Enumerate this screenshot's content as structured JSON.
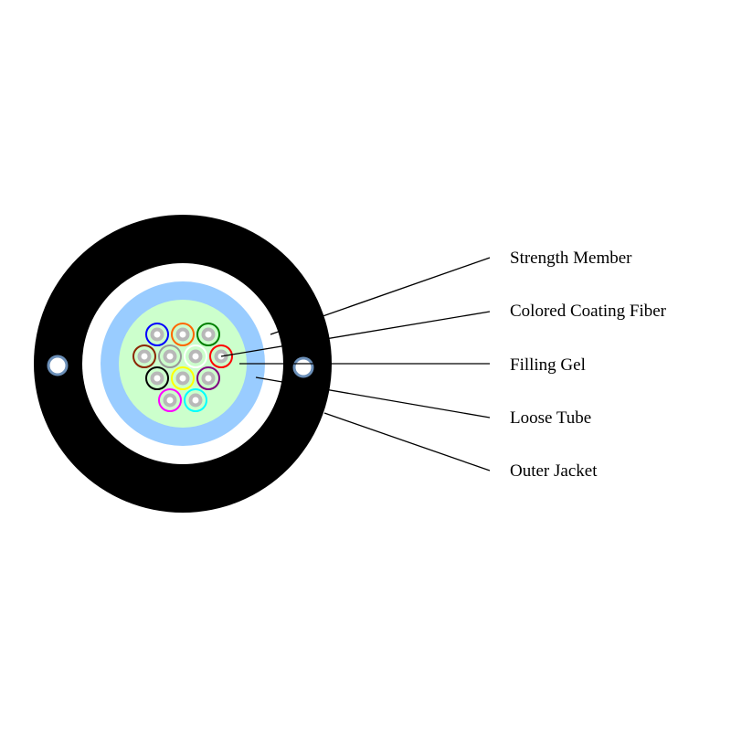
{
  "labels": {
    "strength_member": "Strength Member",
    "colored_coating_fiber": "Colored Coating Fiber",
    "filling_gel": "Filling Gel",
    "loose_tube": "Loose Tube",
    "outer_jacket": "Outer Jacket"
  },
  "colors": {
    "jacket": "#000000",
    "tube": "#99ccff",
    "gel": "#ccffcc",
    "strength_member_ring": "#6b8fb8",
    "fiber_core": "#b8b8b8"
  },
  "fibers": [
    {
      "color": "#0000ff",
      "row": 0,
      "col": 0
    },
    {
      "color": "#ff6600",
      "row": 0,
      "col": 1
    },
    {
      "color": "#008000",
      "row": 0,
      "col": 2
    },
    {
      "color": "#8b2500",
      "row": 1,
      "col": 0
    },
    {
      "color": "#999999",
      "row": 1,
      "col": 1
    },
    {
      "color": "#ffffff",
      "row": 1,
      "col": 2
    },
    {
      "color": "#ff0000",
      "row": 1,
      "col": 3
    },
    {
      "color": "#000000",
      "row": 2,
      "col": 0
    },
    {
      "color": "#ffff00",
      "row": 2,
      "col": 1
    },
    {
      "color": "#800080",
      "row": 2,
      "col": 2
    },
    {
      "color": "#ff00ff",
      "row": 3,
      "col": 0
    },
    {
      "color": "#00ffff",
      "row": 3,
      "col": 1
    }
  ]
}
